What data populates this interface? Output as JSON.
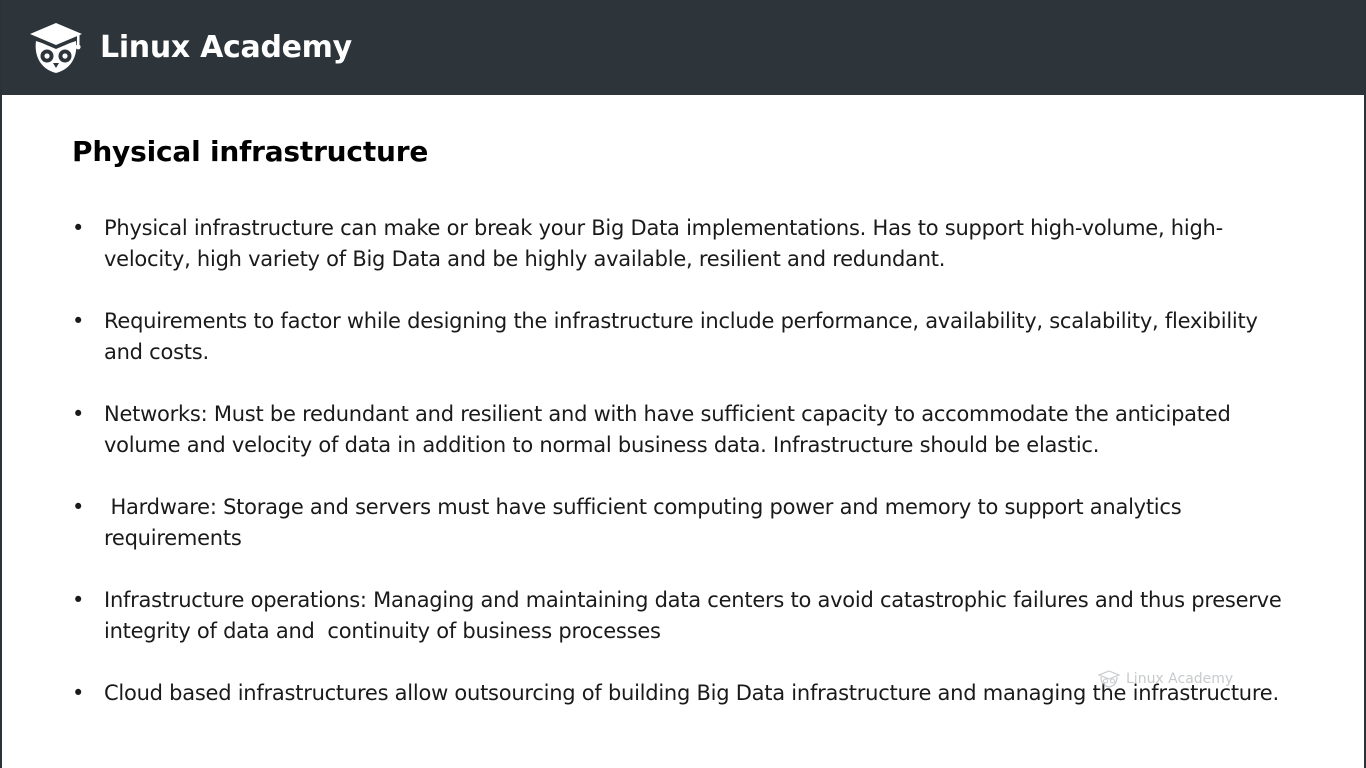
{
  "header": {
    "brand_name": "Linux Academy",
    "logo_icon": "owl-graduation-cap-icon",
    "background_color": "#2d353b"
  },
  "slide": {
    "title": "Physical infrastructure",
    "bullet_symbol": "•",
    "bullets": [
      "Physical infrastructure can make or break your Big Data implementations. Has to support high-volume, high-velocity, high variety of Big Data and be highly available, resilient and redundant.",
      "Requirements to factor while designing the infrastructure include performance, availability, scalability, flexibility and costs.",
      "Networks: Must be redundant and resilient and with have sufficient capacity to accommodate the anticipated volume and velocity of data in addition to normal business data. Infrastructure should be elastic.",
      " Hardware: Storage and servers must have sufficient computing power and memory to support analytics requirements",
      "Infrastructure operations: Managing and maintaining data centers to avoid catastrophic failures and thus preserve integrity of data and  continuity of business processes",
      "Cloud based infrastructures allow outsourcing of building Big Data infrastructure and managing the infrastructure."
    ]
  },
  "watermark": {
    "text": "Linux Academy",
    "icon": "owl-watermark-icon"
  }
}
